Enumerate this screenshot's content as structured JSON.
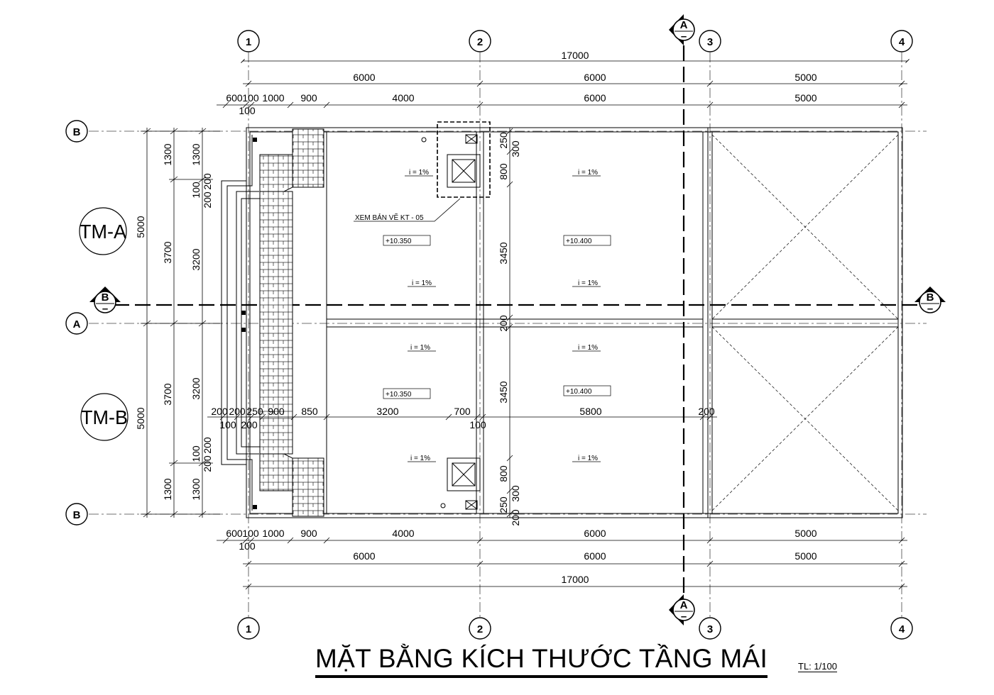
{
  "title": "MẶT BẰNG KÍCH THƯỚC TẦNG MÁI",
  "scale": "TL: 1/100",
  "grid_cols": [
    "1",
    "2",
    "3",
    "4"
  ],
  "grid_rows": {
    "b": "B",
    "a": "A"
  },
  "sections": {
    "a": "A",
    "b": "B"
  },
  "units": {
    "tm_a": "TM-A",
    "tm_b": "TM-B"
  },
  "note": "XEM BẢN VẼ KT - 05",
  "levels": {
    "l1": "+10.350",
    "l2": "+10.400",
    "l3": "+10.350",
    "l4": "+10.400"
  },
  "slope": "i = 1%",
  "dims_top": {
    "total": "17000",
    "r1": [
      "6000",
      "6000",
      "5000"
    ],
    "r2": [
      "600",
      "100",
      "1000",
      "900",
      "4000",
      "6000",
      "5000"
    ],
    "r2b": "100",
    "v250": "250",
    "v300": "300",
    "v800": "800",
    "v3450": "3450",
    "v200": "200"
  },
  "dims_left": {
    "outer": [
      "5000",
      "5000"
    ],
    "mid": [
      "1300",
      "3700",
      "3700",
      "1300"
    ],
    "inner": [
      "1300",
      "100",
      "200",
      "200",
      "3200",
      "3200",
      "100",
      "200",
      "200",
      "1300"
    ]
  },
  "dims_center": {
    "top": [
      "200",
      "200",
      "250",
      "900",
      "850",
      "3200",
      "700",
      "5800",
      "200"
    ],
    "bottom": [
      "100",
      "200",
      "100"
    ]
  },
  "dims_bottom": {
    "r1": [
      "600",
      "100",
      "1000",
      "900",
      "4000",
      "6000",
      "5000"
    ],
    "r1b": "100",
    "r2": [
      "6000",
      "6000",
      "5000"
    ],
    "total": "17000",
    "v800": "800",
    "v300": "300",
    "v250": "250",
    "v200": "200"
  }
}
